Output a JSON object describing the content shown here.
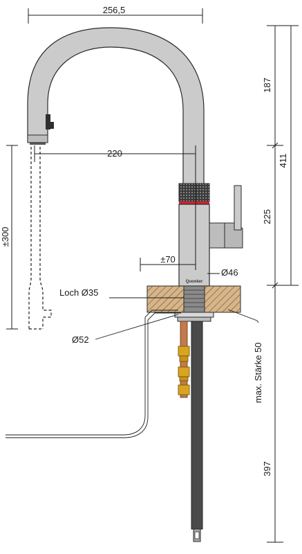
{
  "dimensions": {
    "top_width": "256,5",
    "spout_reach": "220",
    "pivot_range": "±300",
    "spout_height": "187",
    "total_height": "411",
    "body_height": "225",
    "below_counter": "397",
    "knob_offset": "±70",
    "body_diameter": "Ø46",
    "hole": "Loch Ø35",
    "base_diameter": "Ø52",
    "max_thickness": "max. Stärke 50"
  },
  "brand": {
    "logo_text": "Quooker"
  },
  "colors": {
    "steel": "#cbcbcb",
    "outline": "#2a2a2a",
    "counter": "#d2b48c",
    "copper": "#c47a4a",
    "brass": "#d9a520",
    "hose": "#4a4a4a",
    "red_ring": "#d2222d"
  }
}
